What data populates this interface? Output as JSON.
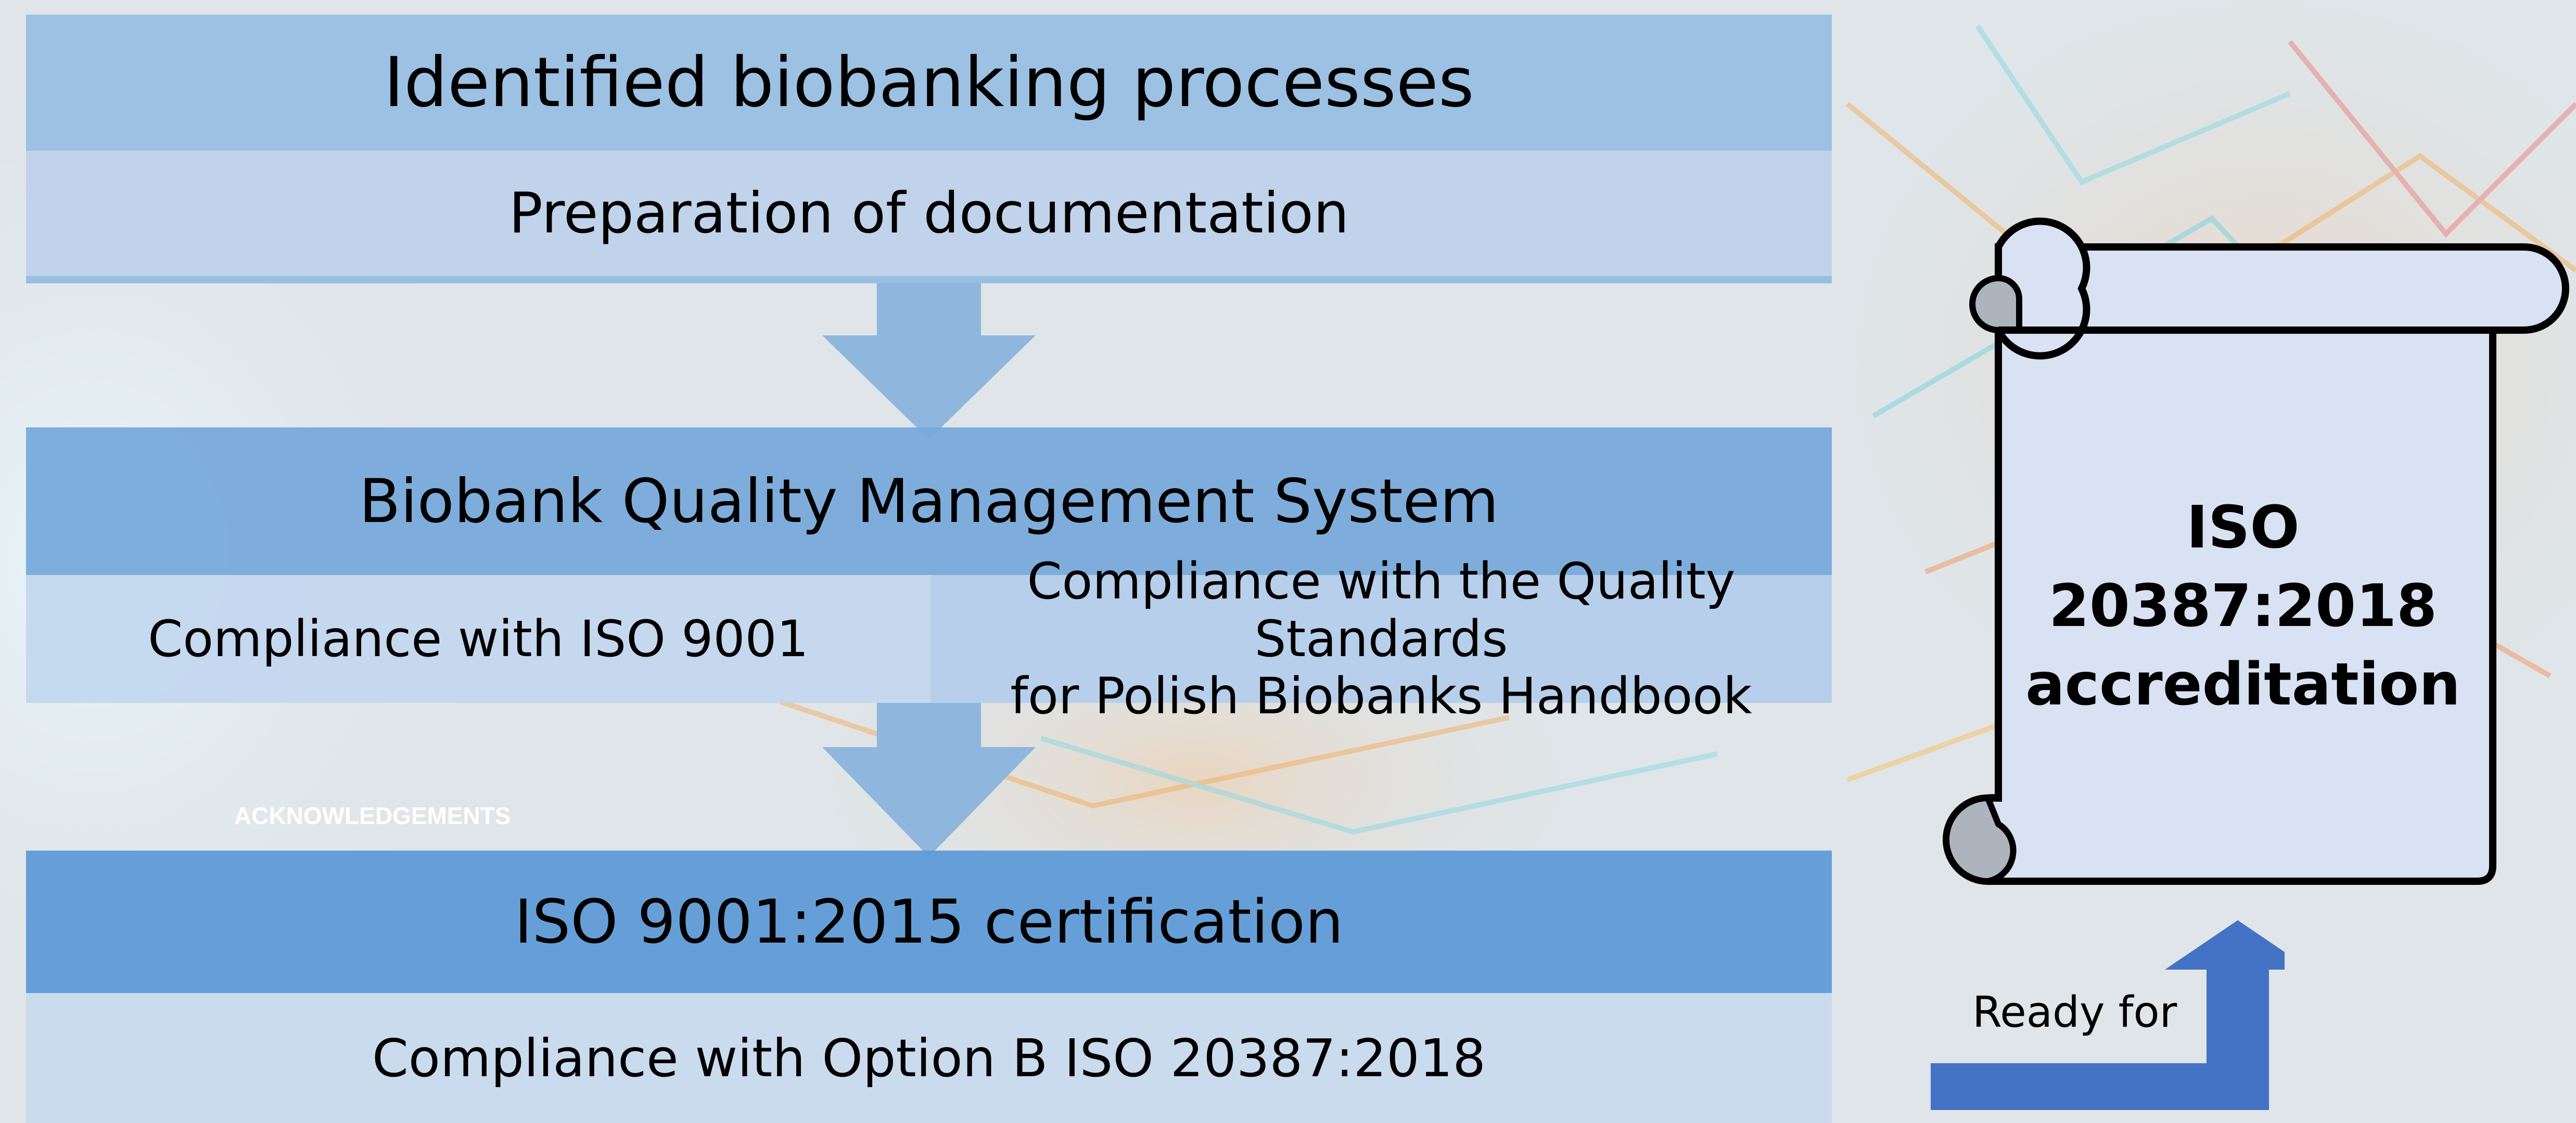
{
  "steps": {
    "step1": {
      "title": "Identified biobanking processes",
      "detail": "Preparation of documentation"
    },
    "step2": {
      "title": "Biobank Quality Management System",
      "detail_left": "Compliance with ISO 9001",
      "detail_right": "Compliance with the Quality Standards\nfor Polish Biobanks Handbook"
    },
    "step3": {
      "title": "ISO 9001:2015 certification",
      "detail": "Compliance with Option B ISO 20387:2018"
    }
  },
  "overlay_text": "ACKNOWLEDGEMENTS",
  "scroll": {
    "line1": "ISO 20387:2018",
    "line2": "accreditation"
  },
  "ready_label": "Ready for",
  "colors": {
    "scroll_fill": "#d9e2f3",
    "scroll_curl": "#aeb4bd",
    "ready_arrow": "#4472c4",
    "down_arrow": "#8fb6dc"
  }
}
